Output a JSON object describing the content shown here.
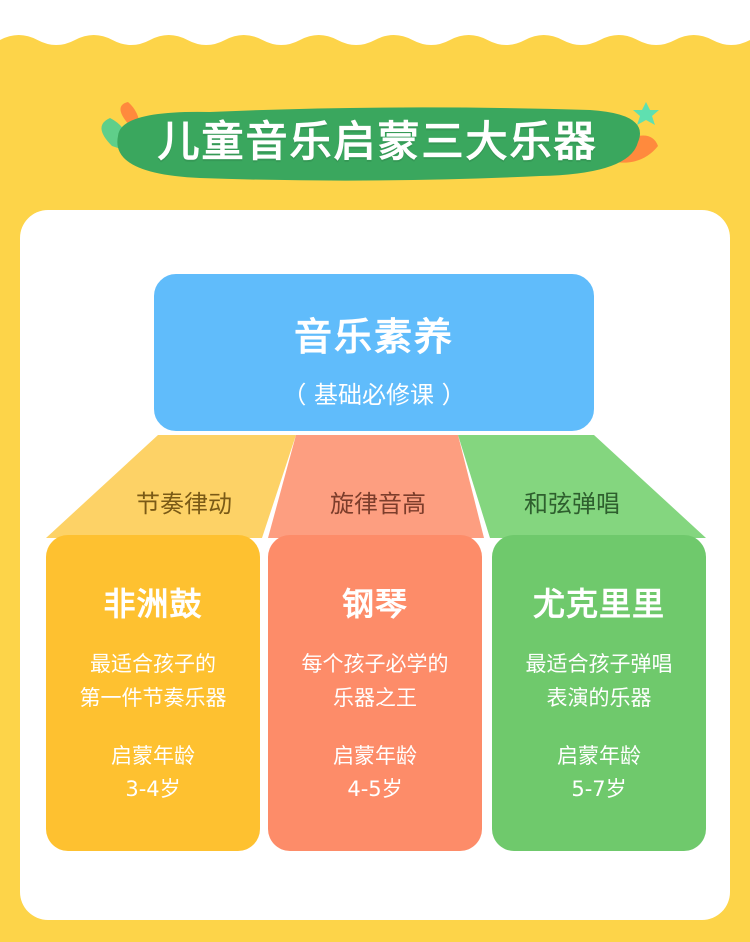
{
  "title": "儿童音乐启蒙三大乐器",
  "root": {
    "title": "音乐素养",
    "subtitle": "（ 基础必修课 ）"
  },
  "branches": [
    {
      "category": "节奏律动",
      "name": "非洲鼓",
      "desc_line1": "最适合孩子的",
      "desc_line2": "第一件节奏乐器",
      "age_label": "启蒙年龄",
      "age": "3-4岁",
      "color": "#fec130"
    },
    {
      "category": "旋律音高",
      "name": "钢琴",
      "desc_line1": "每个孩子必学的",
      "desc_line2": "乐器之王",
      "age_label": "启蒙年龄",
      "age": "4-5岁",
      "color": "#fd8c69"
    },
    {
      "category": "和弦弹唱",
      "name": "尤克里里",
      "desc_line1": "最适合孩子弹唱",
      "desc_line2": "表演的乐器",
      "age_label": "启蒙年龄",
      "age": "5-7岁",
      "color": "#6fc96c"
    }
  ],
  "colors": {
    "background": "#fdd449",
    "root": "#60bcfb",
    "title_banner": "#3aa75e"
  }
}
